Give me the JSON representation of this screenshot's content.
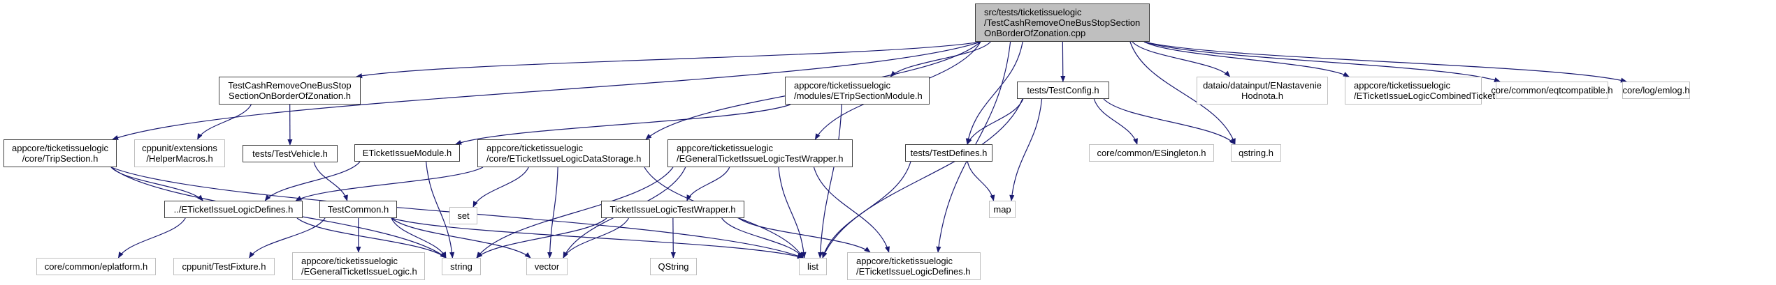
{
  "graph": {
    "type": "include-dependency-graph",
    "edge_color": "#191970",
    "nodes": {
      "root": {
        "label": "src/tests/ticketissuelogic\n/TestCashRemoveOneBusStopSection\nOnBorderOfZonation.cpp",
        "kind": "root"
      },
      "testcash_h": {
        "label": "TestCashRemoveOneBusStop\nSectionOnBorderOfZonation.h",
        "kind": "documented"
      },
      "tripsection": {
        "label": "appcore/ticketissuelogic\n/core/TripSection.h",
        "kind": "documented"
      },
      "helpermacros": {
        "label": "cppunit/extensions\n/HelperMacros.h",
        "kind": "external"
      },
      "testvehicle": {
        "label": "tests/TestVehicle.h",
        "kind": "documented"
      },
      "eticketissuemodule": {
        "label": "ETicketIssueModule.h",
        "kind": "documented"
      },
      "datastorage": {
        "label": "appcore/ticketissuelogic\n/core/ETicketIssueLogicDataStorage.h",
        "kind": "documented"
      },
      "etripsectionmodule": {
        "label": "appcore/ticketissuelogic\n/modules/ETripSectionModule.h",
        "kind": "documented"
      },
      "egeneraltestwrapper": {
        "label": "appcore/ticketissuelogic\n/EGeneralTicketIssueLogicTestWrapper.h",
        "kind": "documented"
      },
      "testconfig": {
        "label": "tests/TestConfig.h",
        "kind": "documented"
      },
      "testdefines": {
        "label": "tests/TestDefines.h",
        "kind": "documented"
      },
      "esingleton": {
        "label": "core/common/ESingleton.h",
        "kind": "external"
      },
      "qstring_h": {
        "label": "qstring.h",
        "kind": "external"
      },
      "map": {
        "label": "map",
        "kind": "external"
      },
      "enastavenie": {
        "label": "dataio/datainput/ENastavenie\nHodnota.h",
        "kind": "external"
      },
      "combinedticket": {
        "label": "appcore/ticketissuelogic\n/ETicketIssueLogicCombinedTicket.h",
        "kind": "external"
      },
      "eqtcompatible": {
        "label": "core/common/eqtcompatible.h",
        "kind": "external"
      },
      "emlog": {
        "label": "core/log/emlog.h",
        "kind": "external"
      },
      "reldefines": {
        "label": "../ETicketIssueLogicDefines.h",
        "kind": "documented"
      },
      "testcommon": {
        "label": "TestCommon.h",
        "kind": "documented"
      },
      "set": {
        "label": "set",
        "kind": "external"
      },
      "ticketwrapper": {
        "label": "TicketIssueLogicTestWrapper.h",
        "kind": "documented"
      },
      "eplatform": {
        "label": "core/common/eplatform.h",
        "kind": "external"
      },
      "testfixture": {
        "label": "cppunit/TestFixture.h",
        "kind": "external"
      },
      "egenerallogic": {
        "label": "appcore/ticketissuelogic\n/EGeneralTicketIssueLogic.h",
        "kind": "external"
      },
      "string": {
        "label": "string",
        "kind": "external"
      },
      "vector": {
        "label": "vector",
        "kind": "external"
      },
      "QString": {
        "label": "QString",
        "kind": "external"
      },
      "list": {
        "label": "list",
        "kind": "external"
      },
      "absdefines": {
        "label": "appcore/ticketissuelogic\n/ETicketIssueLogicDefines.h",
        "kind": "external"
      }
    },
    "edges": [
      [
        "root",
        "tripsection"
      ],
      [
        "root",
        "testcash_h"
      ],
      [
        "root",
        "datastorage"
      ],
      [
        "root",
        "etripsectionmodule"
      ],
      [
        "root",
        "egeneraltestwrapper"
      ],
      [
        "root",
        "testconfig"
      ],
      [
        "root",
        "testdefines"
      ],
      [
        "root",
        "qstring_h"
      ],
      [
        "root",
        "absdefines"
      ],
      [
        "root",
        "enastavenie"
      ],
      [
        "root",
        "combinedticket"
      ],
      [
        "root",
        "eqtcompatible"
      ],
      [
        "root",
        "emlog"
      ],
      [
        "testcash_h",
        "helpermacros"
      ],
      [
        "testcash_h",
        "testvehicle"
      ],
      [
        "tripsection",
        "reldefines"
      ],
      [
        "tripsection",
        "list"
      ],
      [
        "tripsection",
        "string"
      ],
      [
        "testvehicle",
        "testcommon"
      ],
      [
        "eticketissuemodule",
        "reldefines"
      ],
      [
        "eticketissuemodule",
        "string"
      ],
      [
        "datastorage",
        "reldefines"
      ],
      [
        "datastorage",
        "set"
      ],
      [
        "datastorage",
        "vector"
      ],
      [
        "datastorage",
        "list"
      ],
      [
        "etripsectionmodule",
        "eticketissuemodule"
      ],
      [
        "etripsectionmodule",
        "list"
      ],
      [
        "egeneraltestwrapper",
        "ticketwrapper"
      ],
      [
        "egeneraltestwrapper",
        "string"
      ],
      [
        "egeneraltestwrapper",
        "vector"
      ],
      [
        "egeneraltestwrapper",
        "list"
      ],
      [
        "egeneraltestwrapper",
        "absdefines"
      ],
      [
        "testconfig",
        "testdefines"
      ],
      [
        "testconfig",
        "map"
      ],
      [
        "testconfig",
        "list"
      ],
      [
        "testconfig",
        "esingleton"
      ],
      [
        "testconfig",
        "qstring_h"
      ],
      [
        "testdefines",
        "map"
      ],
      [
        "testdefines",
        "list"
      ],
      [
        "reldefines",
        "eplatform"
      ],
      [
        "reldefines",
        "string"
      ],
      [
        "testcommon",
        "testfixture"
      ],
      [
        "testcommon",
        "egenerallogic"
      ],
      [
        "testcommon",
        "string"
      ],
      [
        "testcommon",
        "vector"
      ],
      [
        "testcommon",
        "list"
      ],
      [
        "ticketwrapper",
        "string"
      ],
      [
        "ticketwrapper",
        "vector"
      ],
      [
        "ticketwrapper",
        "QString"
      ],
      [
        "ticketwrapper",
        "list"
      ],
      [
        "ticketwrapper",
        "absdefines"
      ]
    ]
  }
}
